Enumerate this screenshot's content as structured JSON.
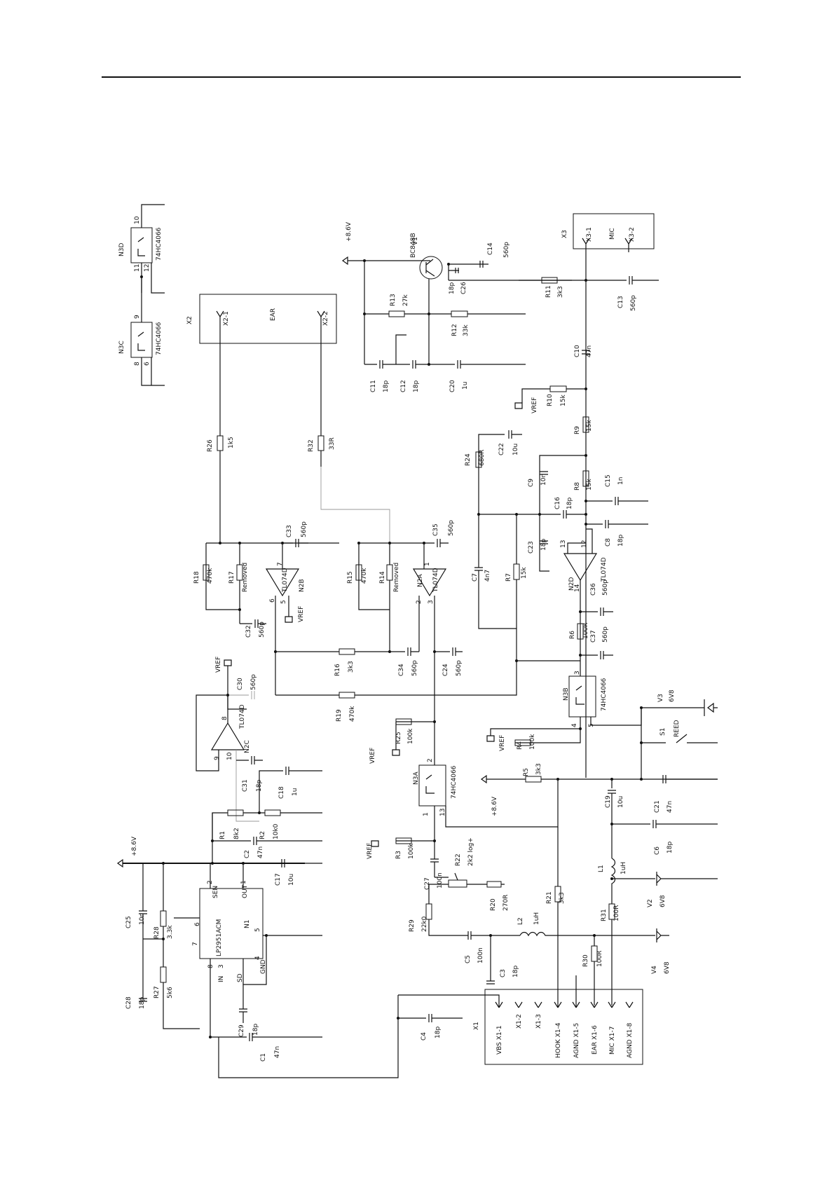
{
  "header": {
    "rule": "top-rule"
  },
  "labels": {
    "n3d": "N3D",
    "n3d_part": "74HC4066",
    "n3d_p10": "10",
    "n3d_p11": "11",
    "n3d_p12": "12",
    "n3c": "N3C",
    "n3c_part": "74HC4066",
    "n3c_p9": "9",
    "n3c_p8": "8",
    "n3c_p6": "6",
    "x2": "X2",
    "x2_1": "X2-1",
    "x2_2": "X2-2",
    "ear": "EAR",
    "v86_top": "+8.6V",
    "v1": "V1",
    "v1_part": "BC848B",
    "c14": "C14",
    "c14_v": "560p",
    "c26": "C26",
    "c26_v": "18p",
    "r13": "R13",
    "r13_v": "27k",
    "r12": "R12",
    "r12_v": "33k",
    "c11": "C11",
    "c11_v": "18p",
    "c12": "C12",
    "c12_v": "18p",
    "c20": "C20",
    "c20_v": "1u",
    "x3": "X3",
    "x3_1": "X3-1",
    "x3_2": "X3-2",
    "mic": "MIC",
    "r11": "R11",
    "r11_v": "3k3",
    "c13": "C13",
    "c13_v": "560p",
    "c10": "C10",
    "c10_v": "47n",
    "r10": "R10",
    "r10_v": "15k",
    "vref": "VREF",
    "r9": "R9",
    "r9_v": "15k",
    "r8": "R8",
    "r8_v": "15k",
    "c15": "C15",
    "c15_v": "1n",
    "r24": "R24",
    "r24_v": "680R",
    "c22": "C22",
    "c22_v": "10u",
    "c9": "C9",
    "c9_v": "10n",
    "c16": "C16",
    "c16_v": "18p",
    "c8": "C8",
    "c8_v": "18p",
    "c23": "C23",
    "c23_v": "18p",
    "c7": "C7",
    "c7_v": "4n7",
    "r7": "R7",
    "r7_v": "15k",
    "n2d": "N2D",
    "n2d_part": "TL074D",
    "p13": "13",
    "p12": "12",
    "p14": "14",
    "c36": "C36",
    "c36_v": "560p",
    "r6": "R6",
    "r6_v": "100R",
    "c37": "C37",
    "c37_v": "560p",
    "r26": "R26",
    "r26_v": "1k5",
    "r32": "R32",
    "r32_v": "33R",
    "c33": "C33",
    "c33_v": "560p",
    "c35": "C35",
    "c35_v": "560p",
    "r18": "R18",
    "r18_v": "470k",
    "r17": "R17",
    "r17_v": "Removed",
    "n2b": "N2B",
    "n2b_part": "TL074D",
    "p7": "7",
    "p6": "6",
    "p5": "5",
    "c32": "C32",
    "c32_v": "560p",
    "r15": "R15",
    "r15_v": "470k",
    "r14": "R14",
    "r14_v": "Removed",
    "n2a": "N2A",
    "n2a_part": "TL074D",
    "p1": "1",
    "p2": "2",
    "p3": "3",
    "r16": "R16",
    "r16_v": "3k3",
    "c34": "C34",
    "c34_v": "560p",
    "c24": "C24",
    "c24_v": "560p",
    "n2c": "N2C",
    "n2c_part": "TL074D",
    "p8": "8",
    "p9": "9",
    "p10": "10",
    "c30": "C30",
    "c30_v": "560p",
    "r19": "R19",
    "r19_v": "470k",
    "n3b": "N3B",
    "n3b_part": "74HC4066",
    "p3b": "3",
    "p4b": "4",
    "p5b": "5",
    "v3": "V3",
    "v3_v": "6V8",
    "s1": "S1",
    "s1_v": "REED",
    "r25": "R25",
    "r25_v": "100k",
    "r4": "R4",
    "r4_v": "100k",
    "r5": "R5",
    "r5_v": "3k3",
    "n3a": "N3A",
    "n3a_part": "74HC4066",
    "p1a": "1",
    "p2a": "2",
    "p13a": "13",
    "v86_mid": "+8.6V",
    "c19": "C19",
    "c19_v": "10u",
    "c21": "C21",
    "c21_v": "47n",
    "c31": "C31",
    "c31_v": "18p",
    "c18": "C18",
    "c18_v": "1u",
    "r3": "R3",
    "r3_v": "100k",
    "c27": "C27",
    "c27_v": "100n",
    "r22": "R22",
    "r22_v": "2k2 log+",
    "r20": "R20",
    "r20_v": "270R",
    "l1": "L1",
    "l1_v": "1uH",
    "c6": "C6",
    "c6_v": "18p",
    "r1": "R1",
    "r1_v": "8k2",
    "r2": "R2",
    "r2_v": "10k0",
    "v86_left": "+8.6V",
    "c2": "C2",
    "c2_v": "47n",
    "c17": "C17",
    "c17_v": "10u",
    "r21": "R21",
    "r21_v": "3k3",
    "r31": "R31",
    "r31_v": "100R",
    "v2": "V2",
    "v2_v": "6V8",
    "r29": "R29",
    "r29_v": "22k0",
    "l2": "L2",
    "l2_v": "1uH",
    "c5": "C5",
    "c5_v": "100n",
    "c3": "C3",
    "c3_v": "18p",
    "r30": "R30",
    "r30_v": "100R",
    "v4": "V4",
    "v4_v": "6V8",
    "c25": "C25",
    "c25_v": "10n",
    "r28": "R28",
    "r28_v": "3.3k",
    "n1": "N1",
    "n1_part": "LP2951ACM",
    "sen": "SEN",
    "out": "OUT",
    "gnd": "GND",
    "in": "IN",
    "sd": "SD",
    "n1_p1": "1",
    "n1_p2": "2",
    "n1_p3": "3",
    "n1_p4": "4",
    "n1_p5": "5",
    "n1_p6": "6",
    "n1_p7": "7",
    "n1_p8": "8",
    "c28": "C28",
    "c28_v": "18p",
    "r27": "R27",
    "r27_v": "5k6",
    "c29": "C29",
    "c29_v": "18p",
    "c1": "C1",
    "c1_v": "47n",
    "c4": "C4",
    "c4_v": "18p",
    "x1": "X1",
    "x1_1": "VBS X1-1",
    "x1_2": "X1-2",
    "x1_3": "X1-3",
    "x1_4": "HOOK X1-4",
    "x1_5": "AGND X1-5",
    "x1_6": "EAR X1-6",
    "x1_7": "MIC X1-7",
    "x1_8": "AGND X1-8"
  }
}
